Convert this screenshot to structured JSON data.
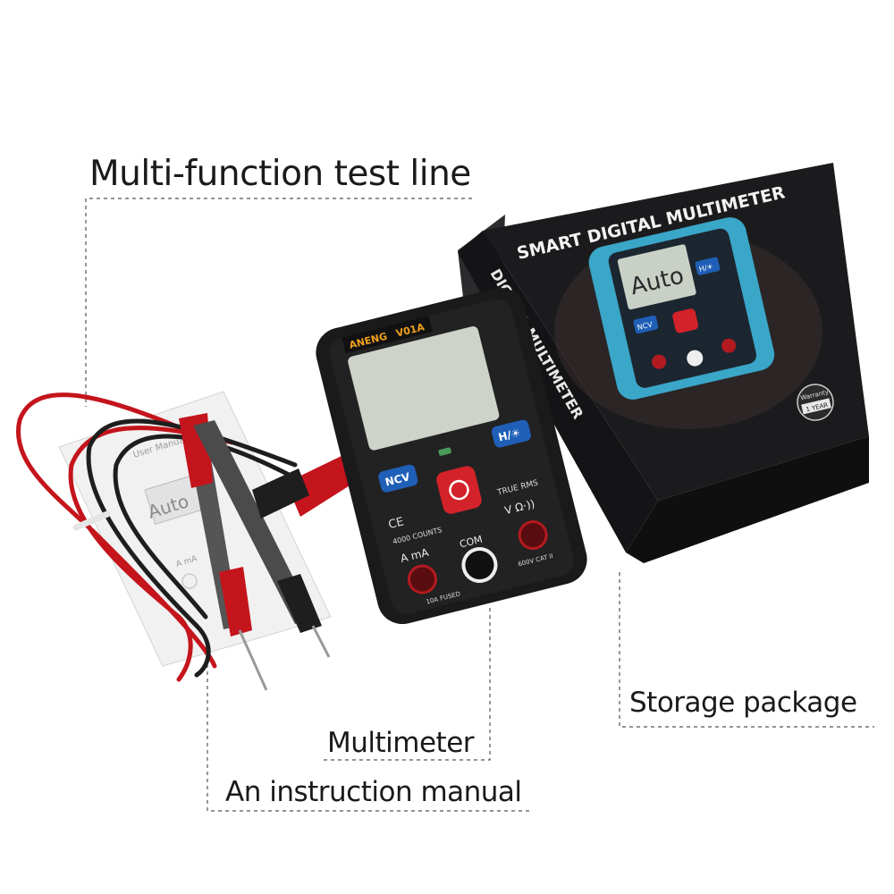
{
  "labels": {
    "test_line": "Multi-function test line",
    "multimeter": "Multimeter",
    "manual": "An instruction manual",
    "package": "Storage package"
  },
  "box": {
    "top_title": "SMART DIGITAL MULTIMETER",
    "side_title": "DIGITAL MULTIMETER",
    "lcd_text": "Auto",
    "ncv": "NCV",
    "hold": "H/☀",
    "warranty": "Warranty",
    "warranty_term": "1 YEAR"
  },
  "meter": {
    "brand": "ANENG",
    "model": "V01A",
    "ncv": "NCV",
    "hold": "H/☀",
    "true_rms": "TRUE RMS",
    "counts": "4000 COUNTS",
    "ce": "CE",
    "amp": "A  mA",
    "volt": "V Ω·))",
    "com": "COM",
    "fused": "10A FUSED",
    "cat": "600V CAT II"
  },
  "manual": {
    "title": "User Manual",
    "lcd_text": "Auto",
    "amp": "A mA"
  },
  "colors": {
    "probe_red": "#c4141c",
    "probe_black": "#1e1e1e",
    "box_dark": "#1b1b1d",
    "meter_blue": "#3aa6c8",
    "button_blue": "#1f5fb8",
    "power_red": "#d3222a"
  }
}
